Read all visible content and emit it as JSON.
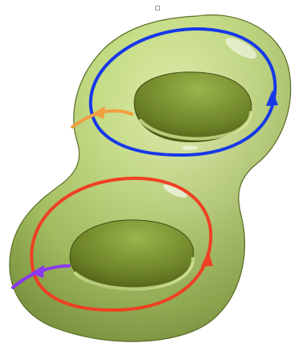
{
  "figure": {
    "subject": "genus-2 surface",
    "colors": {
      "background": "#ffffff",
      "surface_light": "#e4f3a6",
      "surface_mid": "#b7d46f",
      "surface_dark": "#5a6e1d",
      "hole_interior": "#6b7f2a",
      "upper_loop": "#1638e8",
      "upper_meridian": "#f0a040",
      "lower_loop": "#ee4022",
      "lower_meridian": "#8a38f0"
    },
    "curves": [
      {
        "id": "upper-longitude",
        "color_key": "upper_loop",
        "arrow": true
      },
      {
        "id": "upper-meridian",
        "color_key": "upper_meridian",
        "arrow": true
      },
      {
        "id": "lower-longitude",
        "color_key": "lower_loop",
        "arrow": true
      },
      {
        "id": "lower-meridian",
        "color_key": "lower_meridian",
        "arrow": true
      }
    ]
  }
}
